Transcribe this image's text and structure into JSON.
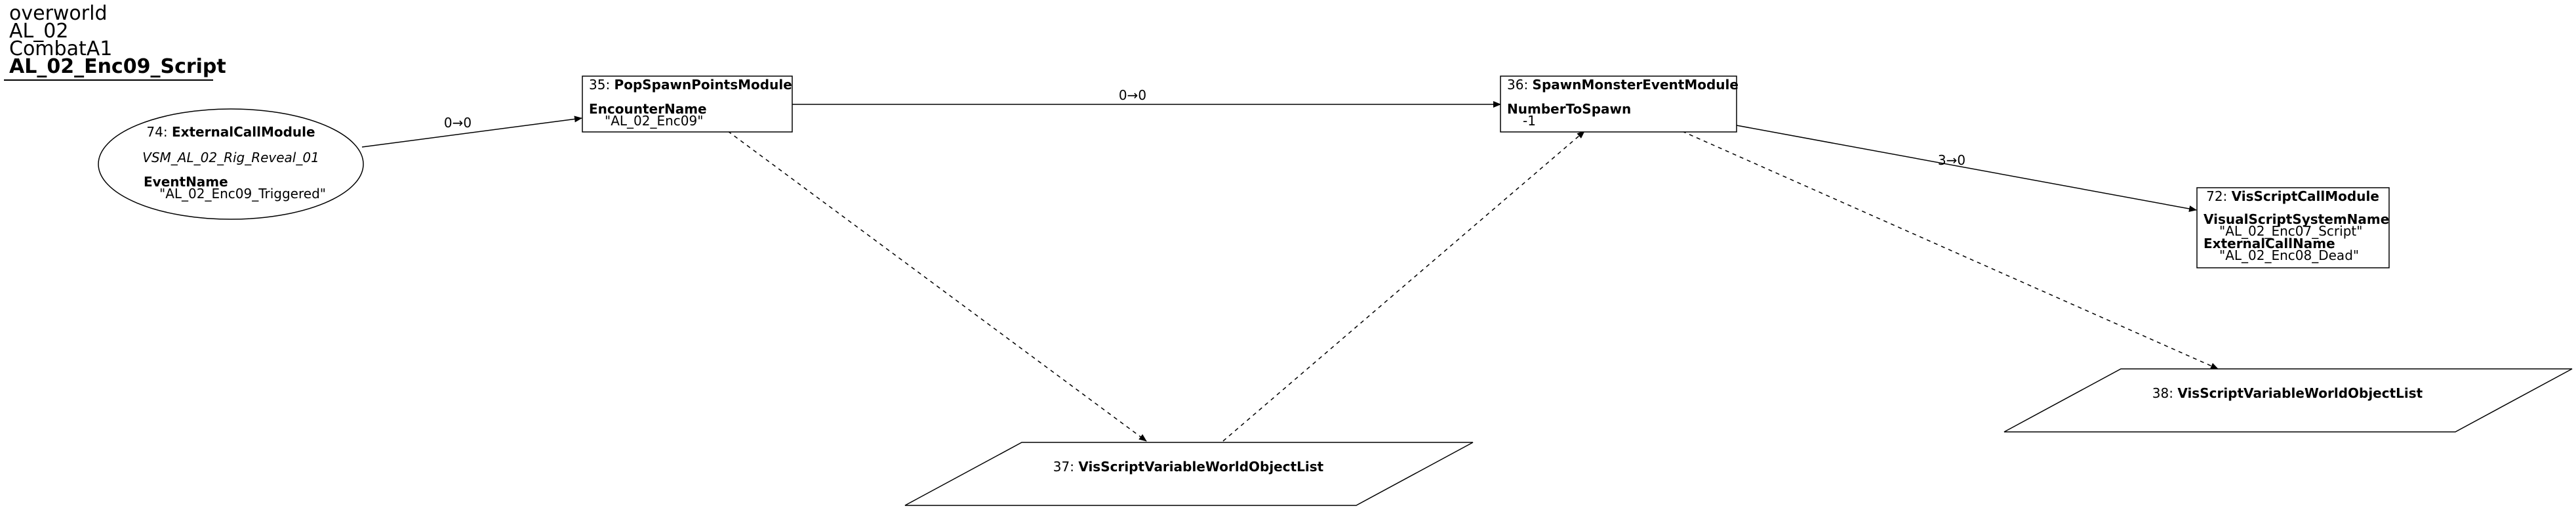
{
  "header": {
    "lines": [
      "overworld",
      "AL_02",
      "CombatA1"
    ],
    "title": "AL_02_Enc09_Script"
  },
  "nodes": {
    "n74": {
      "id": "74: ",
      "type": "ExternalCallModule",
      "subtitle": "VSM_AL_02_Rig_Reveal_01",
      "prop_name": "EventName",
      "prop_value": "\"AL_02_Enc09_Triggered\""
    },
    "n35": {
      "id": "35: ",
      "type": "PopSpawnPointsModule",
      "prop_name": "EncounterName",
      "prop_value": "\"AL_02_Enc09\""
    },
    "n36": {
      "id": "36: ",
      "type": "SpawnMonsterEventModule",
      "prop_name": "NumberToSpawn",
      "prop_value": "-1"
    },
    "n72": {
      "id": "72: ",
      "type": "VisScriptCallModule",
      "prop1_name": "VisualScriptSystemName",
      "prop1_value": "\"AL_02_Enc07_Script\"",
      "prop2_name": "ExternalCallName",
      "prop2_value": "\"AL_02_Enc08_Dead\""
    },
    "n37": {
      "id": "37: ",
      "type": "VisScriptVariableWorldObjectList"
    },
    "n38": {
      "id": "38: ",
      "type": "VisScriptVariableWorldObjectList"
    }
  },
  "edges": {
    "e74_35": "0→0",
    "e35_36": "0→0",
    "e36_72": "3→0"
  }
}
